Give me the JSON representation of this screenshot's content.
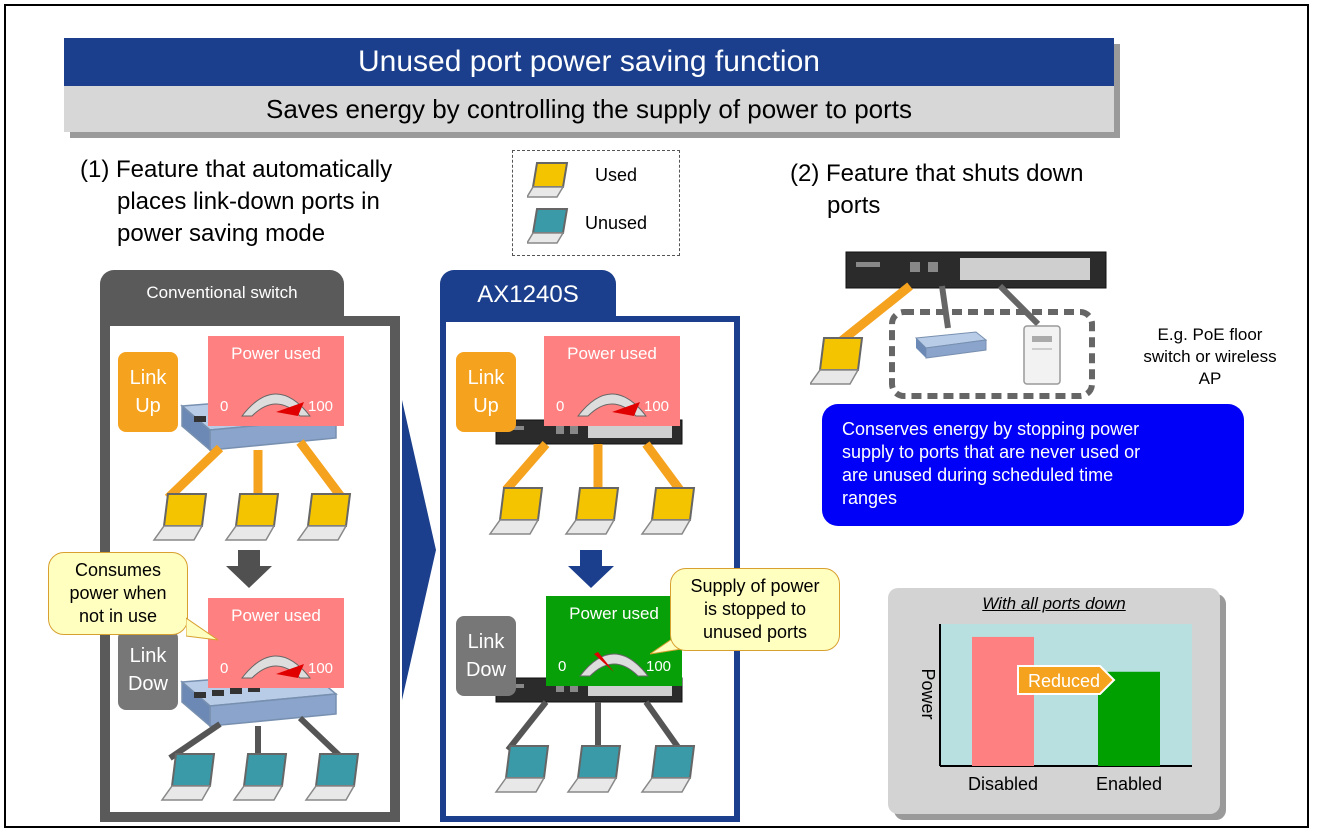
{
  "header": {
    "title": "Unused port power saving function",
    "subtitle": "Saves energy by controlling the supply of power to ports"
  },
  "feature1": {
    "line1": "(1) Feature that automatically",
    "line2": "places link-down ports in",
    "line3": "power saving mode"
  },
  "legend": {
    "used": "Used",
    "unused": "Unused"
  },
  "conventional": {
    "tab": "Conventional switch",
    "link_up": [
      "Link",
      "Up"
    ],
    "link_down": [
      "Link",
      "Dow"
    ],
    "power_label": "Power used",
    "min": "0",
    "max": "100",
    "callout": [
      "Consumes",
      "power when",
      "not in use"
    ]
  },
  "ax": {
    "tab": "AX1240S",
    "link_up": [
      "Link",
      "Up"
    ],
    "link_down": [
      "Link",
      "Dow"
    ],
    "power_label": "Power used",
    "min": "0",
    "max": "100",
    "callout": [
      "Supply of power",
      "is stopped to",
      "unused ports"
    ]
  },
  "feature2": {
    "line1": "(2) Feature that shuts down",
    "line2": "ports",
    "example": [
      "E.g. PoE floor",
      "switch or wireless",
      "AP"
    ],
    "description": [
      "Conserves energy by stopping power",
      "supply to ports that are never used or",
      "are unused during scheduled time",
      "ranges"
    ]
  },
  "colors": {
    "title_blue": "#1b3f8c",
    "used_yellow": "#f5c400",
    "unused_teal": "#3a9aa8",
    "orange": "#f5a21e",
    "pink": "#ff8080",
    "green": "#08a008",
    "bright_blue": "#0000f8"
  },
  "chart_data": {
    "type": "bar",
    "title": "With all ports down",
    "ylabel": "Power",
    "categories": [
      "Disabled",
      "Enabled"
    ],
    "values": [
      100,
      73
    ],
    "ylim": [
      0,
      110
    ],
    "annotation": "Reduced",
    "colors": [
      "#ff8080",
      "#00a000"
    ],
    "plot_background": "#b8e0e0",
    "axis_ticks": false
  }
}
